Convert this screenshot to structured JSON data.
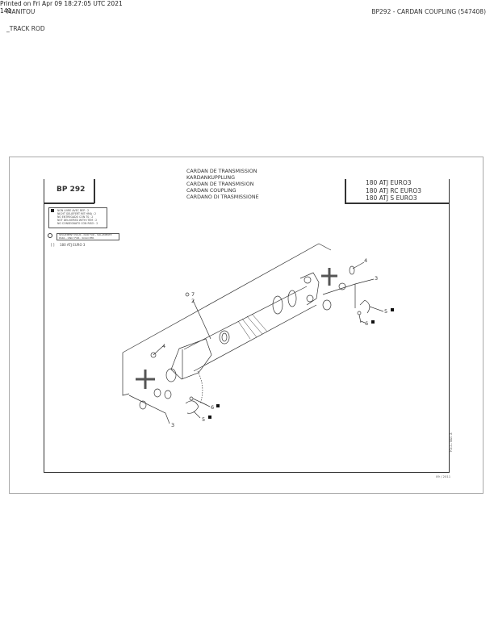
{
  "header": {
    "brand": "MANITOU",
    "subsection": "_TRACK ROD",
    "title": "BP292 - CARDAN COUPLING (547408)"
  },
  "sheet": {
    "part_code": "BP 292",
    "title_lines": [
      "CARDAN DE TRANSMISSION",
      "KARDANKUPPLUNG",
      "CARDAN DE TRANSMISION",
      "CARDAN COUPLING",
      "CARDANO DI TRASMISSIONE"
    ],
    "models": [
      "180 ATJ EURO3",
      "180 ATJ RC EURO3",
      "180 ATJ S EURO3"
    ],
    "legend_lines": [
      "NON LIVRE AVEC REP : 2",
      "NICHT GELIEFERT MIT HMA : 2",
      "NO ENTREGADO CON TS : 2",
      "NOT DELIVERED WITH ITEM : 2",
      "NO CONSEGNATO CON RISO : 2"
    ],
    "legend2": "SEULEMENT POUR - NUR FUR - SOLAMENTE PARA - ONLY FOR - SOLO PER",
    "legend3": "180 ATJ EURO 3",
    "side_code": "P.S.C. Bul. a",
    "date": "09 / 2011"
  },
  "callouts": {
    "c7": "7",
    "c2": "2",
    "c4a": "4",
    "c3a": "3",
    "c5a": "5",
    "c6a": "6",
    "c4b": "4",
    "c6b": "6",
    "c5b": "5",
    "c3b": "3"
  },
  "footer": {
    "printed": "Printed on  Fri Apr 09 18:27:05 UTC 2021",
    "page": "141"
  }
}
